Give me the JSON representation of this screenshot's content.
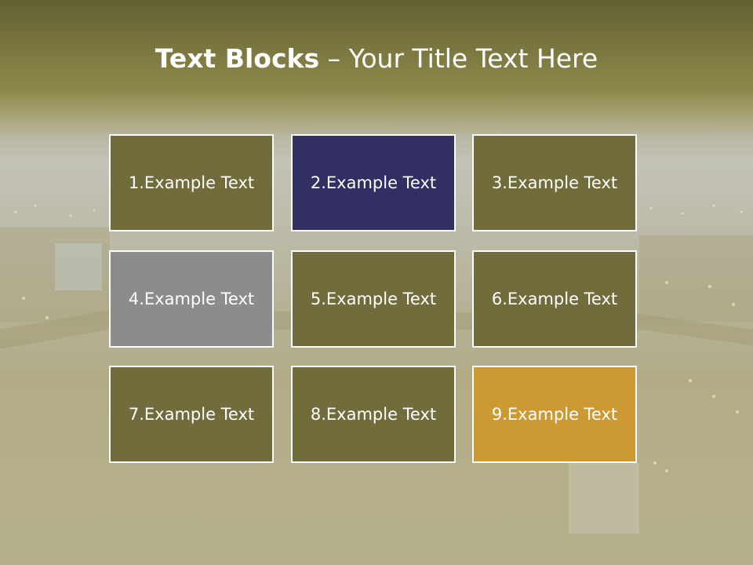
{
  "slide": {
    "title_bold": "Text Blocks",
    "title_dash": " – ",
    "title_rest": "Your Title Text Here"
  },
  "blocks": [
    {
      "label": "1.Example Text",
      "color": "#726c3c"
    },
    {
      "label": "2.Example Text",
      "color": "#322f63"
    },
    {
      "label": "3.Example Text",
      "color": "#726c3c"
    },
    {
      "label": "4.Example Text",
      "color": "#8c8c8c"
    },
    {
      "label": "5.Example Text",
      "color": "#726c3c"
    },
    {
      "label": "6.Example Text",
      "color": "#726c3c"
    },
    {
      "label": "7.Example Text",
      "color": "#726c3c"
    },
    {
      "label": "8.Example Text",
      "color": "#726c3c"
    },
    {
      "label": "9.Example Text",
      "color": "#cc9933"
    }
  ]
}
